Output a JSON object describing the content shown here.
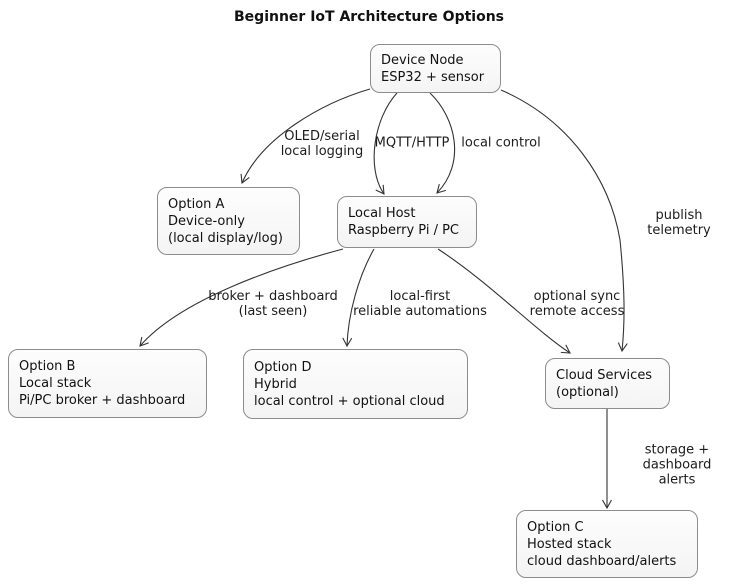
{
  "title": "Beginner IoT Architecture Options",
  "colors": {
    "background": "#ffffff",
    "node_fill": "#f7f7f7",
    "node_border": "#8c8c8c",
    "edge": "#333333",
    "text": "#1c1c1c"
  },
  "nodes": {
    "device": {
      "label": "Device Node\nESP32 + sensor"
    },
    "option_a": {
      "label": "Option A\nDevice-only\n(local display/log)"
    },
    "local_host": {
      "label": "Local Host\nRaspberry Pi / PC"
    },
    "option_b": {
      "label": "Option B\nLocal stack\nPi/PC broker + dashboard"
    },
    "option_d": {
      "label": "Option D\nHybrid\nlocal control + optional cloud"
    },
    "cloud": {
      "label": "Cloud Services\n(optional)"
    },
    "option_c": {
      "label": "Option C\nHosted stack\ncloud dashboard/alerts"
    }
  },
  "edges": {
    "device_to_option_a": {
      "from": "Device Node",
      "to": "Option A",
      "label": "OLED/serial\nlocal logging"
    },
    "device_to_local_host_mqtt": {
      "from": "Device Node",
      "to": "Local Host",
      "label": "MQTT/HTTP"
    },
    "device_to_local_host_control": {
      "from": "Device Node",
      "to": "Local Host",
      "label": "local control"
    },
    "device_to_cloud": {
      "from": "Device Node",
      "to": "Cloud Services",
      "label": "publish telemetry"
    },
    "local_host_to_option_b": {
      "from": "Local Host",
      "to": "Option B",
      "label": "broker + dashboard\n(last seen)"
    },
    "local_host_to_option_d": {
      "from": "Local Host",
      "to": "Option D",
      "label": "local-first\nreliable automations"
    },
    "local_host_to_cloud": {
      "from": "Local Host",
      "to": "Cloud Services",
      "label": "optional sync\nremote access"
    },
    "cloud_to_option_c": {
      "from": "Cloud Services",
      "to": "Option C",
      "label": "storage + dashboard\nalerts"
    }
  }
}
